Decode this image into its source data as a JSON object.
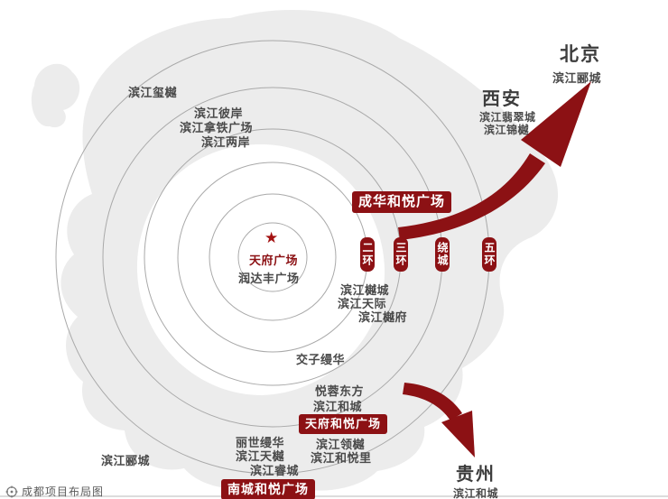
{
  "caption": {
    "text": "成都项目布局图"
  },
  "center": {
    "star": "★",
    "label": "天府广场"
  },
  "rings": [
    "二环",
    "三环",
    "绕城",
    "五环"
  ],
  "highlights": [
    "成华和悦广场",
    "天府和悦广场",
    "南城和悦广场"
  ],
  "projects": [
    "滨江玺樾",
    "滨江彼岸",
    "滨江拿铁广场",
    "滨江两岸",
    "润达丰广场",
    "滨江樾城",
    "滨江天际",
    "滨江樾府",
    "交子缦华",
    "悦蓉东方",
    "滨江和城",
    "丽世缦华",
    "滨江天樾",
    "滨江领樾",
    "滨江和悦里",
    "滨江郦城",
    "滨江睿城"
  ],
  "cities": [
    {
      "name": "北京",
      "projects": [
        "滨江郦城"
      ]
    },
    {
      "name": "西安",
      "projects": [
        "滨江翡翠城",
        "滨江锦樾"
      ]
    },
    {
      "name": "贵州",
      "projects": [
        "滨江和城"
      ]
    }
  ],
  "colors": {
    "accent": "#8c1114",
    "label_text": "#4a4a4a",
    "city_text": "#3d3d3d",
    "map_fill": "#ececec",
    "ring_line": "#a9a9a9",
    "star": "#a31111"
  }
}
